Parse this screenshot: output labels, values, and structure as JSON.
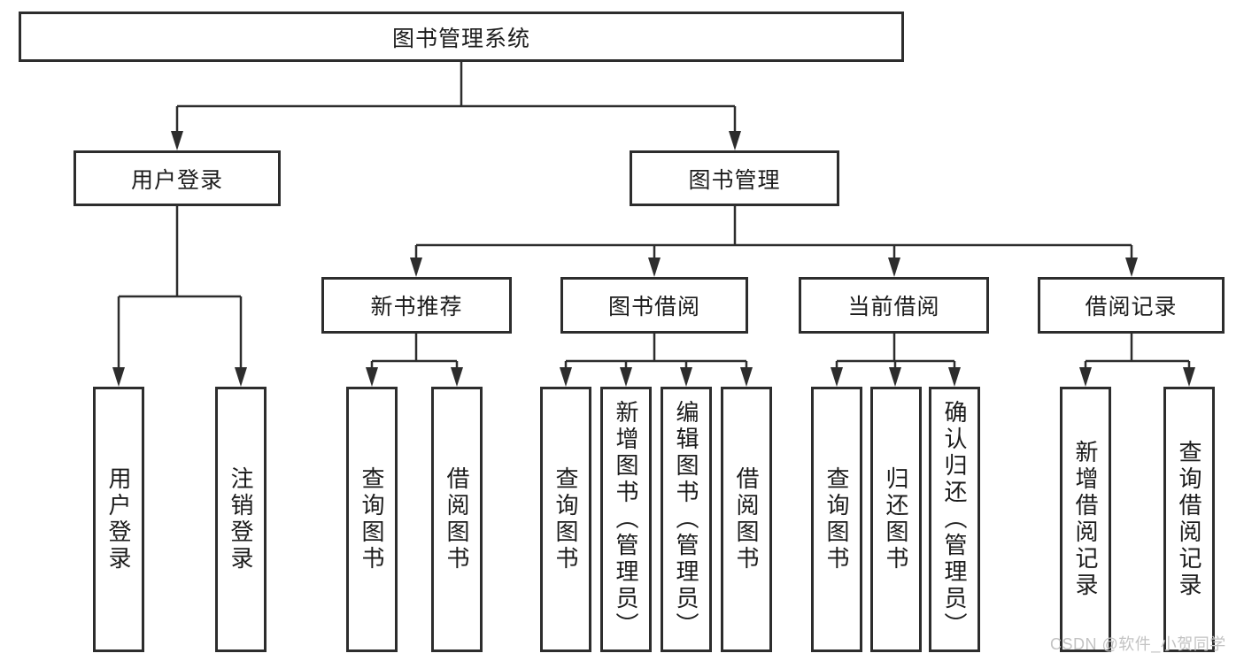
{
  "diagram": {
    "root": {
      "label": "图书管理系统"
    },
    "level2": [
      {
        "label": "用户登录"
      },
      {
        "label": "图书管理"
      }
    ],
    "level3": [
      {
        "label": "新书推荐",
        "parent": "图书管理"
      },
      {
        "label": "图书借阅",
        "parent": "图书管理"
      },
      {
        "label": "当前借阅",
        "parent": "图书管理"
      },
      {
        "label": "借阅记录",
        "parent": "图书管理"
      }
    ],
    "leaves": [
      {
        "label": "用户登录",
        "parent": "用户登录"
      },
      {
        "label": "注销登录",
        "parent": "用户登录"
      },
      {
        "label": "查询图书",
        "parent": "新书推荐"
      },
      {
        "label": "借阅图书",
        "parent": "新书推荐"
      },
      {
        "label": "查询图书",
        "parent": "图书借阅"
      },
      {
        "label": "新增图书（管理员）",
        "parent": "图书借阅"
      },
      {
        "label": "编辑图书（管理员）",
        "parent": "图书借阅"
      },
      {
        "label": "借阅图书",
        "parent": "图书借阅"
      },
      {
        "label": "查询图书",
        "parent": "当前借阅"
      },
      {
        "label": "归还图书",
        "parent": "当前借阅"
      },
      {
        "label": "确认归还（管理员）",
        "parent": "当前借阅"
      },
      {
        "label": "新增借阅记录",
        "parent": "借阅记录"
      },
      {
        "label": "查询借阅记录",
        "parent": "借阅记录"
      }
    ],
    "watermark": "CSDN @软件_小贺同学",
    "colors": {
      "line": "#2d2d2d",
      "text": "#1c1c1c",
      "watermark": "#c3c3c3",
      "background": "#ffffff"
    }
  }
}
